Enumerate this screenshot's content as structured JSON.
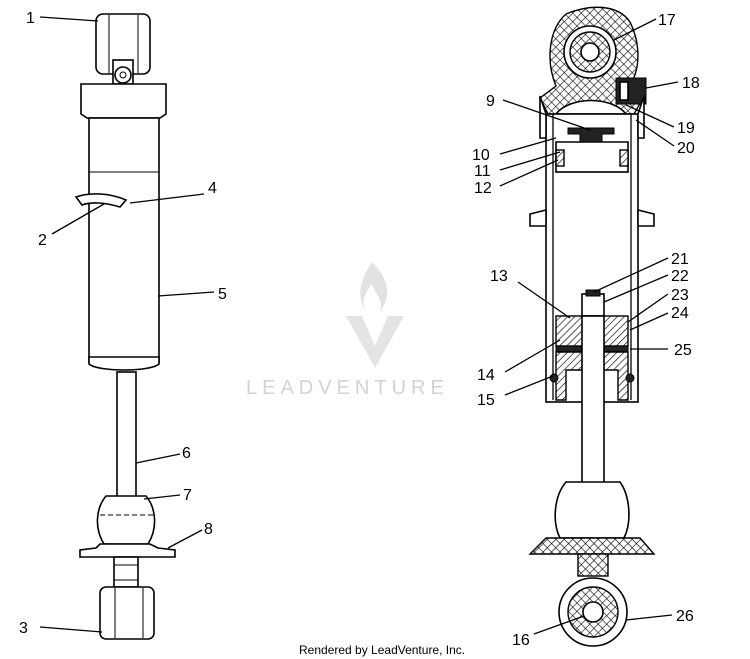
{
  "callouts": {
    "c1": "1",
    "c2": "2",
    "c3": "3",
    "c4": "4",
    "c5": "5",
    "c6": "6",
    "c7": "7",
    "c8": "8",
    "c9": "9",
    "c10": "10",
    "c11": "11",
    "c12": "12",
    "c13": "13",
    "c14": "14",
    "c15": "15",
    "c16": "16",
    "c17": "17",
    "c18": "18",
    "c19": "19",
    "c20": "20",
    "c21": "21",
    "c22": "22",
    "c23": "23",
    "c24": "24",
    "c25": "25",
    "c26": "26"
  },
  "watermark": {
    "text": "LEADVENTURE"
  },
  "footer": {
    "credit": "Rendered by LeadVenture, Inc."
  }
}
